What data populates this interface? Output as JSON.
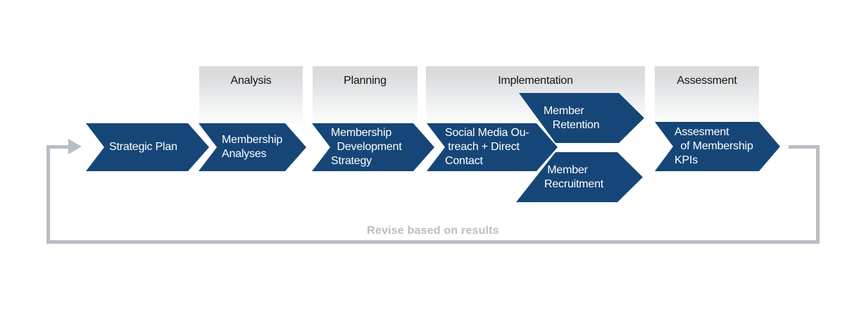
{
  "colors": {
    "arrow_blue": "#164677",
    "loop_gray": "#b9bec4",
    "arrow_text": "#ffffff"
  },
  "phases": {
    "analysis": "Analysis",
    "planning": "Planning",
    "implementation": "Implementation",
    "assessment": "Assessment"
  },
  "steps": {
    "strategic_plan": "Strategic Plan",
    "membership_analyses": "Membership\nAnalyses",
    "membership_development_strategy": "Membership\n  Development\nStrategy",
    "social_media_outreach": "Social Media Ou-\n treach + Direct\nContact",
    "member_retention": "Member\n   Retention",
    "member_recruitment": " Member\nRecruitment",
    "assessment_of_membership_kpis": "Assesment\n  of Membership\nKPIs"
  },
  "feedback_loop": {
    "label": "Revise based on results"
  }
}
